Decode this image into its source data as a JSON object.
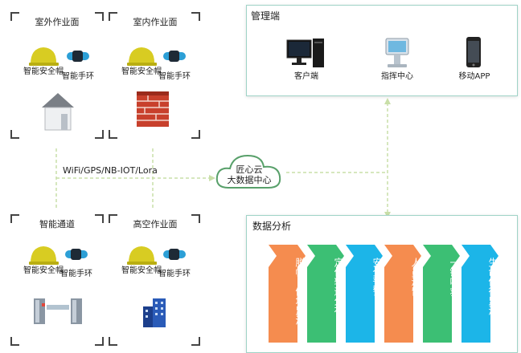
{
  "zones": {
    "outdoor": {
      "title": "室外作业面",
      "helmet": "智能安全帽",
      "band": "智能手环"
    },
    "indoor": {
      "title": "室内作业面",
      "helmet": "智能安全帽",
      "band": "智能手环"
    },
    "channel": {
      "title": "智能通道",
      "helmet": "智能安全帽",
      "band": "智能手环"
    },
    "highrise": {
      "title": "高空作业面",
      "helmet": "智能安全帽",
      "band": "智能手环"
    }
  },
  "network": {
    "label": "WiFi/GPS/NB-IOT/Lora"
  },
  "cloud": {
    "line1": "匠心云",
    "line2": "大数据中心"
  },
  "management": {
    "title": "管理端",
    "items": [
      {
        "label": "客户端"
      },
      {
        "label": "指挥中心"
      },
      {
        "label": "移动APP"
      }
    ]
  },
  "analysis": {
    "title": "数据分析",
    "bars": [
      {
        "label": "脱帽、倒地监测",
        "color": "#f58c4f"
      },
      {
        "label": "定位轨迹分布",
        "color": "#3cbf74"
      },
      {
        "label": "安全预警",
        "color": "#1cb5e8"
      },
      {
        "label": "人员滞留",
        "color": "#f58c4f"
      },
      {
        "label": "一键呼救",
        "color": "#3cbf74"
      },
      {
        "label": "生命体征监测",
        "color": "#1cb5e8"
      }
    ]
  },
  "colors": {
    "helmet": "#d8cc22",
    "band": "#2c9fd6",
    "panel_border": "#9fd3c7",
    "dashed": "#c9dfa8"
  }
}
